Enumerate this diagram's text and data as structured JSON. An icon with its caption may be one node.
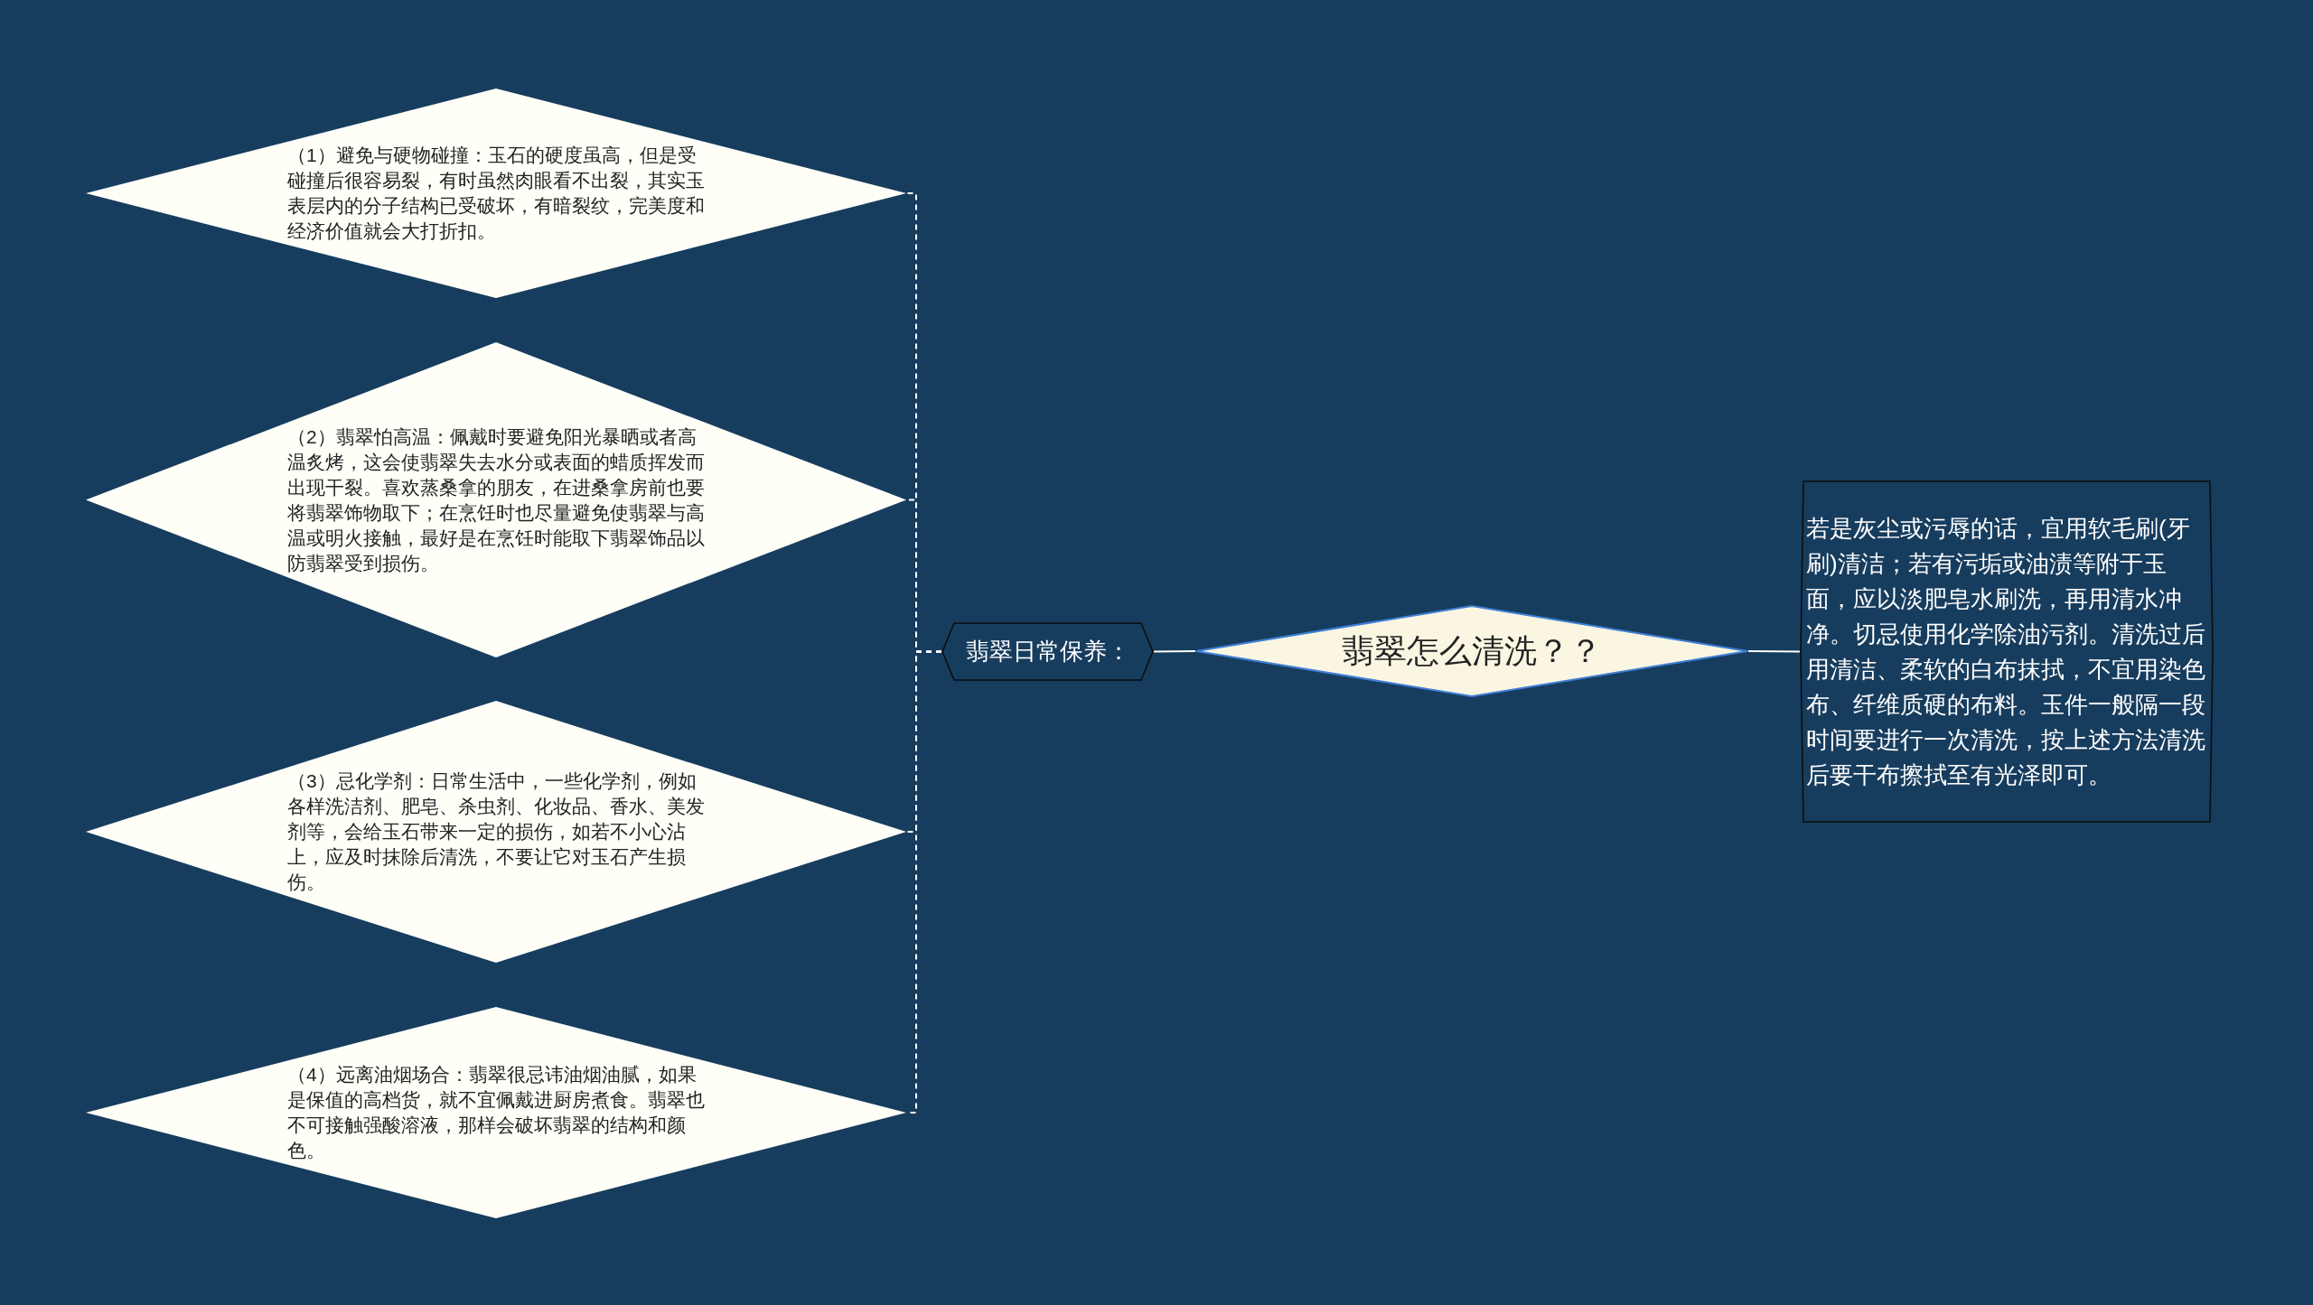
{
  "diagram": {
    "nodes": [
      {
        "text": [
          "翡翠怎么清洗？？"
        ]
      },
      {
        "text": [
          "翡翠日常保养："
        ]
      },
      {
        "text": [
          "若是灰尘或污辱的话，宜用软毛刷(牙刷)清洁；若有污垢或油渍等附于玉面，应以淡肥皂水刷洗，再用清水冲净。切忌使用化学除油污剂。清洗过后用清洁、柔软的白布抹拭，不宜用染色布、纤维质硬的布料。玉件一般隔一段时间要进行一次清洗，按上述方法清洗后要干布擦拭至有光泽即可。"
        ]
      },
      {
        "text": [
          "（1）避免与硬物碰撞：玉石的硬度虽高，但是受碰撞后很容易裂，有时虽然肉眼看不出裂，其实玉表层内的分子结构已受破坏，有暗裂纹，完美度和经济价值就会大打折扣。"
        ]
      },
      {
        "text": [
          "（2）翡翠怕高温：佩戴时要避免阳光暴晒或者高温炙烤，这会使翡翠失去水分或表面的蜡质挥发而出现干裂。喜欢蒸桑拿的朋友，在进桑拿房前也要将翡翠饰物取下；在烹饪时也尽量避免使翡翠与高温或明火接触，最好是在烹饪时能取下翡翠饰品以防翡翠受到损伤。"
        ]
      },
      {
        "text": [
          "（3）忌化学剂：日常生活中，一些化学剂，例如各样洗洁剂、肥皂、杀虫剂、化妆品、香水、美发剂等，会给玉石带来一定的损伤，如若不小心沾上，应及时抹除后清洗，不要让它对玉石产生损伤。"
        ]
      },
      {
        "text": [
          "（4）远离油烟场合：翡翠很忌讳油烟油腻，如果是保值的高档货，就不宜佩戴进厨房煮食。翡翠也不可接触强酸溶液，那样会破坏翡翠的结构和颜色。"
        ]
      }
    ],
    "edges": [
      {
        "from": 0,
        "to": 1,
        "arrow": "none"
      },
      {
        "from": 0,
        "to": 2,
        "arrow": "none"
      },
      {
        "from": 1,
        "to": 3,
        "arrow": "none",
        "style": "dashed"
      },
      {
        "from": 1,
        "to": 4,
        "arrow": "none",
        "style": "dashed"
      },
      {
        "from": 1,
        "to": 5,
        "arrow": "none",
        "style": "dashed"
      },
      {
        "from": 1,
        "to": 6,
        "arrow": "none",
        "style": "dashed"
      }
    ]
  }
}
